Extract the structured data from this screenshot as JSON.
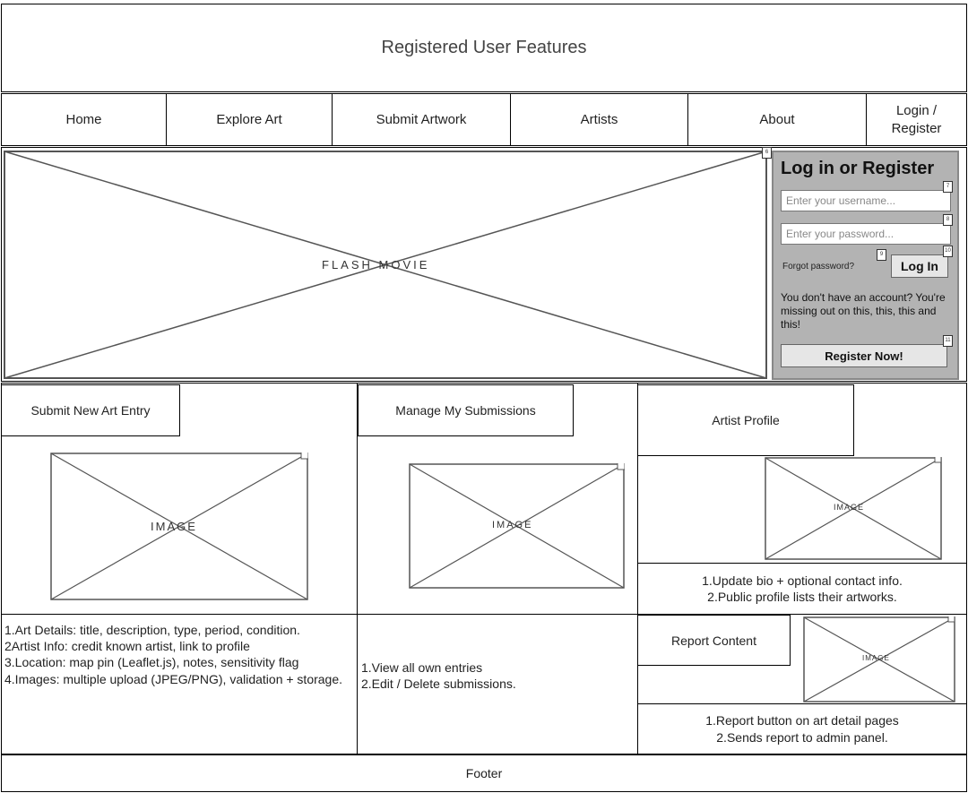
{
  "header": {
    "title": "Registered User Features"
  },
  "nav": {
    "items": [
      "Home",
      "Explore Art",
      "Submit Artwork",
      "Artists",
      "About"
    ],
    "login_line1": "Login /",
    "login_line2": "Register"
  },
  "flash": {
    "label": "FLASH MOVIE",
    "marker": "6"
  },
  "login_panel": {
    "title": "Log in or Register",
    "username_placeholder": "Enter your username...",
    "password_placeholder": "Enter your password...",
    "forgot": "Forgot password?",
    "login_button": "Log In",
    "message": "You don't have an account? You're missing out on this, this, this and this!",
    "register_button": "Register Now!",
    "markers": [
      "7",
      "8",
      "9",
      "10",
      "11"
    ]
  },
  "submit_entry": {
    "label": "Submit New Art Entry",
    "image_label": "IMAGE",
    "details": [
      "1.Art Details: title, description, type, period, condition.",
      "2Artist Info: credit known artist, link to profile",
      "3.Location: map pin (Leaflet.js), notes, sensitivity flag",
      "4.Images: multiple upload (JPEG/PNG), validation + storage."
    ]
  },
  "manage": {
    "label": "Manage My Submissions",
    "image_label": "IMAGE",
    "details": [
      "1.View all own entries",
      "2.Edit / Delete submissions."
    ]
  },
  "artist_profile": {
    "label": "Artist Profile",
    "image_label": "IMAGE",
    "details": [
      "1.Update bio + optional contact info.",
      "2.Public profile lists their artworks."
    ]
  },
  "report": {
    "label": "Report Content",
    "image_label": "IMAGE",
    "details": [
      "1.Report button on art detail pages",
      "2.Sends report to admin panel."
    ]
  },
  "footer": {
    "label": "Footer"
  }
}
